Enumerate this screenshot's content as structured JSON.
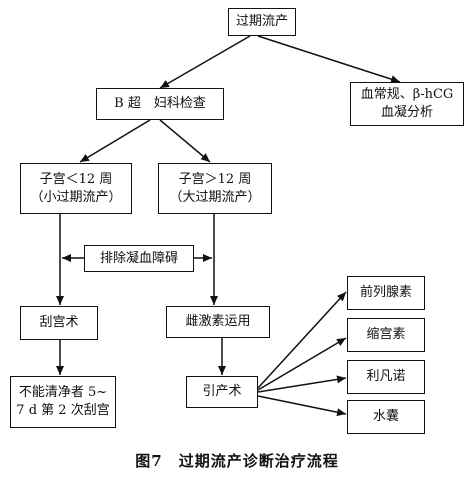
{
  "nodes": {
    "start": "过期流产",
    "lab_line1": "血常规、β-hCG",
    "lab_line2": "血凝分析",
    "ultrasound": "B 超　妇科检查",
    "small_line1": "子宫＜12 周",
    "small_line2": "（小过期流产）",
    "large_line1": "子宫＞12 周",
    "large_line2": "（大过期流产）",
    "coagulation": "排除凝血障碍",
    "curettage": "刮宫术",
    "estrogen": "雌激素运用",
    "second_line1": "不能清净者 5~",
    "second_line2": "7 d 第 2 次刮宫",
    "induction": "引产术",
    "m1": "前列腺素",
    "m2": "缩宫素",
    "m3": "利凡诺",
    "m4": "水囊"
  },
  "caption": "图7　过期流产诊断治疗流程",
  "colors": {
    "line": "#111111",
    "background": "#ffffff"
  }
}
